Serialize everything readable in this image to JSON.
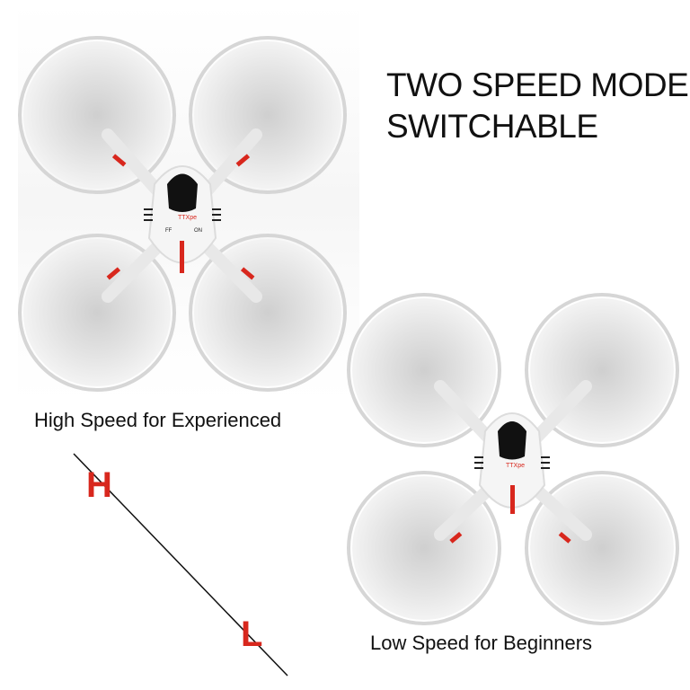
{
  "headline": {
    "line1": "TWO SPEED MODES",
    "line2": "SWITCHABLE"
  },
  "high_mode": {
    "caption": "High Speed for Experienced",
    "letter": "H"
  },
  "low_mode": {
    "caption": "Low Speed for Beginners",
    "letter": "L"
  },
  "drone": {
    "brand": "TTXpe",
    "switch_left": "FF",
    "switch_right": "ON"
  },
  "colors": {
    "accent": "#d8271d",
    "text": "#111111",
    "guard": "#d6d6d6"
  }
}
